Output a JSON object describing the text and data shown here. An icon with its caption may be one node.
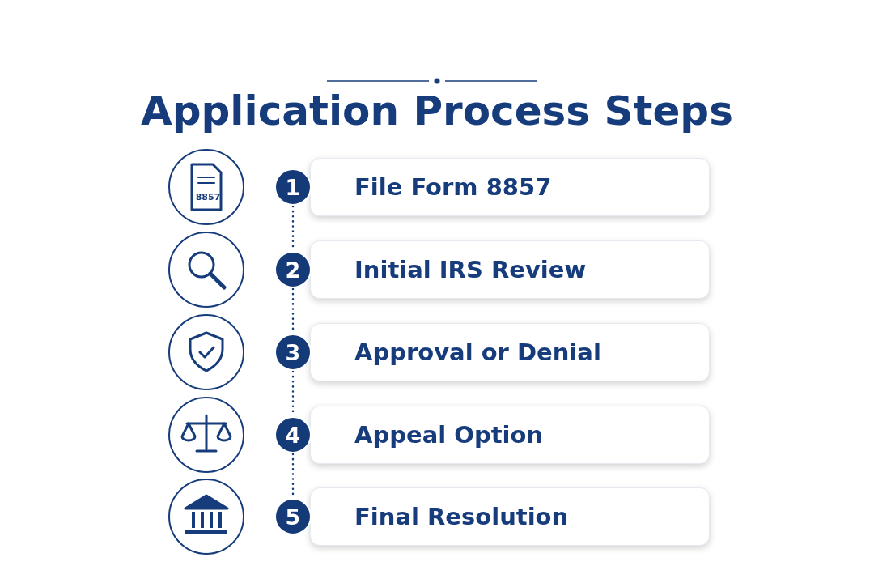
{
  "diagram": {
    "title": "Application Process Steps",
    "nodes": [
      {
        "text": [
          "1"
        ]
      },
      {
        "text": [
          "File Form 8857"
        ]
      },
      {
        "text": [
          "2"
        ]
      },
      {
        "text": [
          "Initial IRS Review"
        ]
      },
      {
        "text": [
          "3"
        ]
      },
      {
        "text": [
          "Approval or Denial"
        ]
      },
      {
        "text": [
          "4"
        ]
      },
      {
        "text": [
          "Appeal Option"
        ]
      },
      {
        "text": [
          "5"
        ]
      },
      {
        "text": [
          "Final Resolution"
        ]
      }
    ],
    "edges": [
      {
        "from": 0,
        "to": 2,
        "arrow": "none",
        "style": "dashed"
      },
      {
        "from": 2,
        "to": 4,
        "arrow": "none",
        "style": "dashed"
      },
      {
        "from": 4,
        "to": 6,
        "arrow": "none",
        "style": "dashed"
      },
      {
        "from": 6,
        "to": 8,
        "arrow": "none",
        "style": "dashed"
      }
    ],
    "labels": [
      "8857"
    ]
  }
}
